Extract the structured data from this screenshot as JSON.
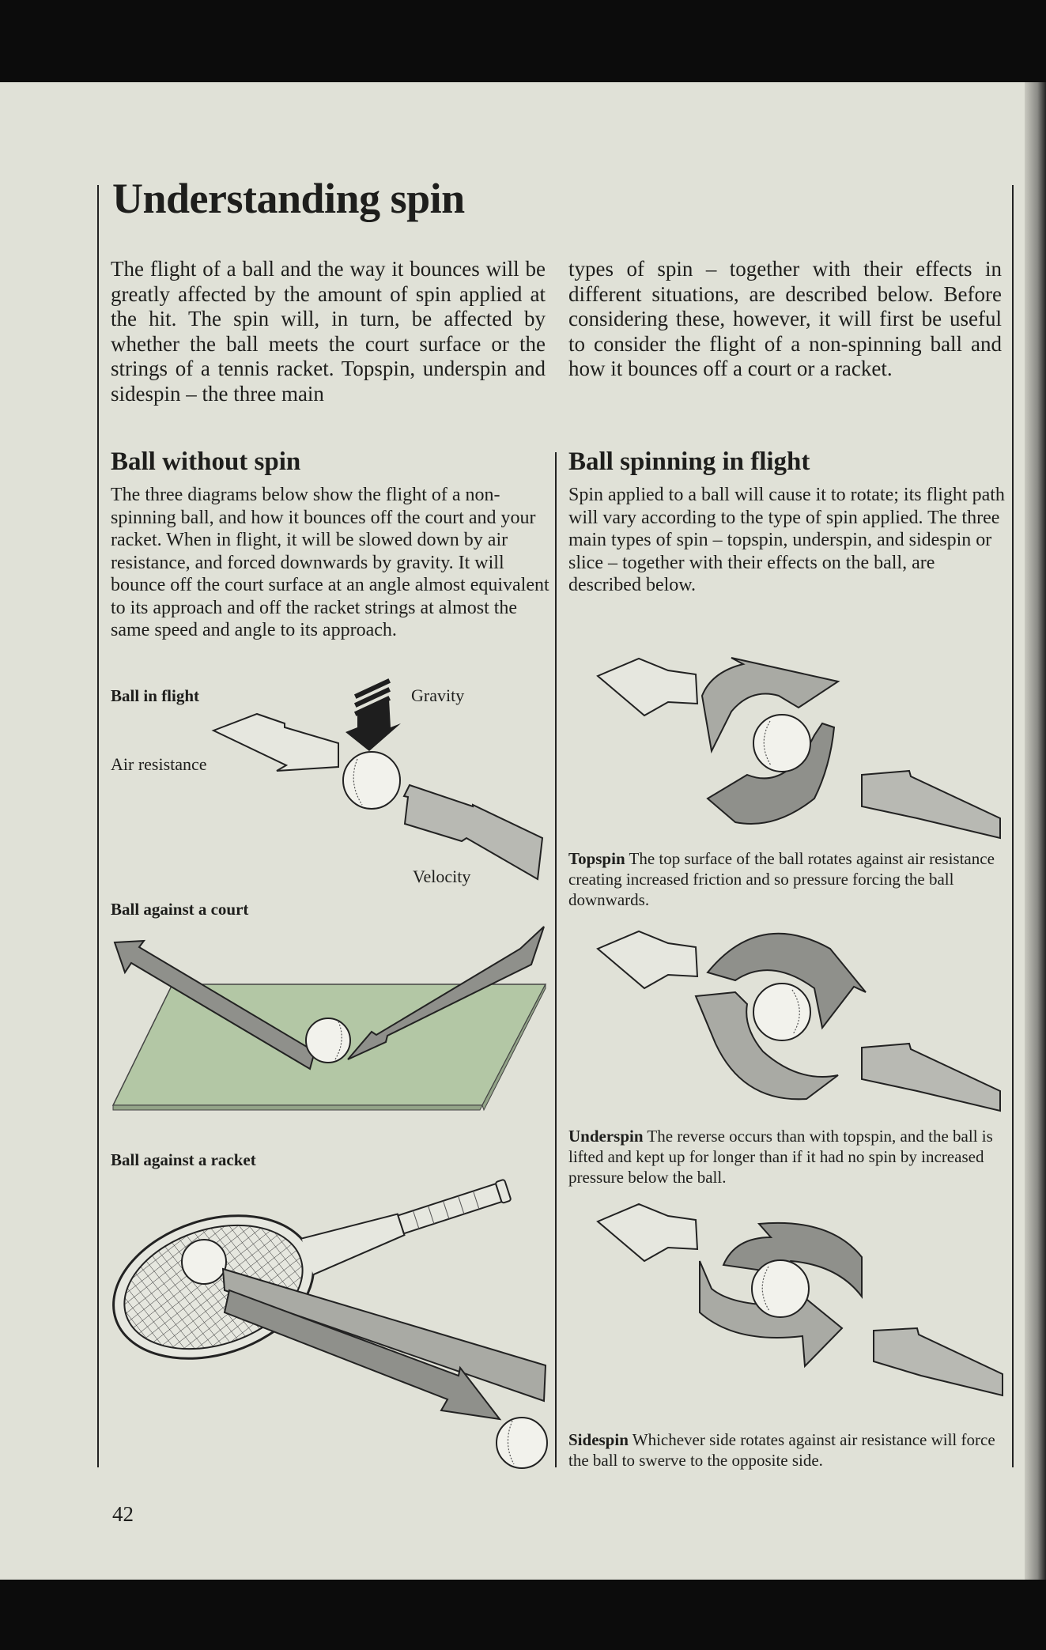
{
  "page": {
    "title": "Understanding spin",
    "page_number": "42",
    "intro_left": "The flight of a ball and the way it bounces will be greatly affected by the amount of spin applied at the hit. The spin will, in turn, be affected by whether the ball meets the court surface or the strings of a tennis racket. Topspin, underspin and sidespin – the three main",
    "intro_right": "types of spin – together with their effects in different situations, are described below. Before considering these, however, it will first be useful to consider the flight of a non-spinning ball and how it bounces off a court or a racket."
  },
  "left": {
    "heading": "Ball without spin",
    "body": "The three diagrams below show the flight of a non-spinning ball, and how it bounces off the court and your racket. When in flight, it will be slowed down by air resistance, and forced downwards by gravity. It will bounce off the court surface at an angle almost equivalent to its approach and off the racket strings at almost the same speed and angle to its approach.",
    "flight_label": "Ball in flight",
    "gravity": "Gravity",
    "air_resistance": "Air resistance",
    "velocity": "Velocity",
    "court_label": "Ball against a court",
    "racket_label": "Ball against a racket"
  },
  "right": {
    "heading": "Ball spinning in flight",
    "body": "Spin applied to a ball will cause it to rotate; its flight path will vary according to the type of spin applied. The three main types of spin – topspin, underspin, and sidespin or slice – together with their effects on the ball, are described below.",
    "topspin_term": "Topspin",
    "topspin_text": " The top surface of the ball rotates against air resistance creating increased friction and so pressure forcing the ball downwards.",
    "underspin_term": "Underspin",
    "underspin_text": " The reverse occurs than with topspin, and the ball is lifted and kept up for longer than if it had no spin by increased pressure below the ball.",
    "sidespin_term": "Sidespin",
    "sidespin_text": " Whichever side rotates against air resistance will force the ball to swerve to the opposite side."
  },
  "colors": {
    "page": "#e0e1d7",
    "arrow_dark": "#8f908b",
    "arrow_light": "#b8b9b3",
    "court": "#b3c7a5"
  }
}
